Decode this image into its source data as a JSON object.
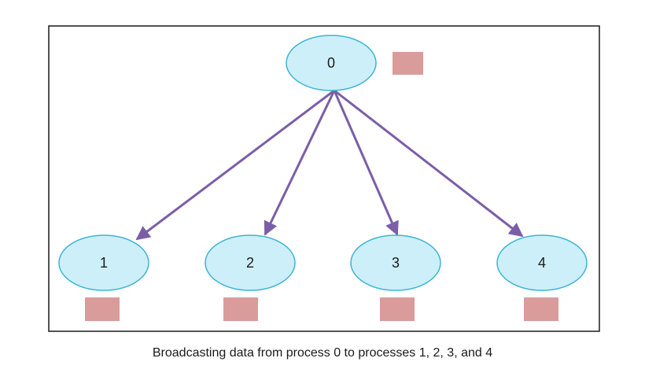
{
  "diagram": {
    "type": "broadcast-tree",
    "root": {
      "label": "0"
    },
    "children": [
      {
        "label": "1"
      },
      {
        "label": "2"
      },
      {
        "label": "3"
      },
      {
        "label": "4"
      }
    ],
    "colors": {
      "node_fill": "#cdeffa",
      "node_stroke": "#3bb3d6",
      "arrow": "#7b5ea7",
      "data_block": "#d99c9a",
      "frame": "#1a1a1a"
    }
  },
  "caption": "Broadcasting data from process 0 to processes 1, 2, 3, and 4"
}
